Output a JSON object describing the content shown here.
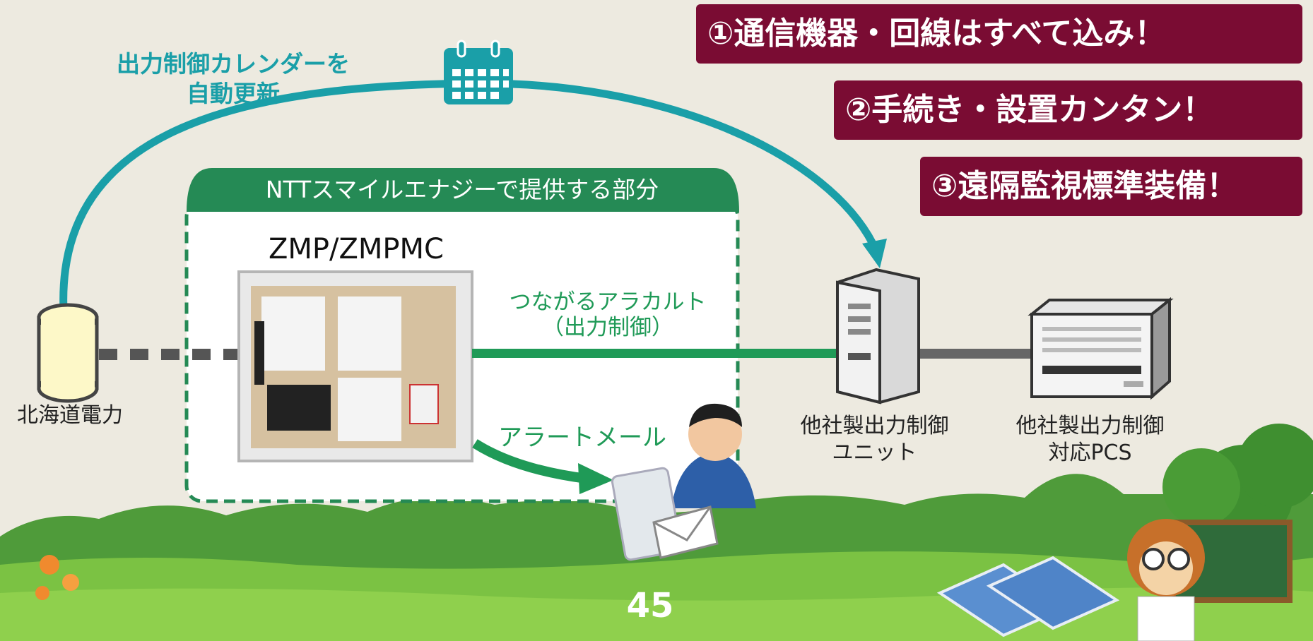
{
  "calendar_label": [
    "出力制御カレンダーを",
    "自動更新"
  ],
  "provided_box_title": "NTTスマイルエナジーで提供する部分",
  "device_label": "ZMP/ZMPMC",
  "utility_label": "北海道電力",
  "connection_label": [
    "つながるアラカルト",
    "（出力制御）"
  ],
  "alert_label": "アラートメール",
  "control_unit_label": [
    "他社製出力制御",
    "ユニット"
  ],
  "pcs_label": [
    "他社製出力制御",
    "対応PCS"
  ],
  "banners": [
    "①通信機器・回線はすべて込み！",
    "②手続き・設置カンタン！",
    "③遠隔監視標準装備！"
  ],
  "page_number": "45",
  "colors": {
    "banner": "#7a0c33",
    "teal_arrow": "#1a9fa8",
    "green_box": "#258a55",
    "grass": "#6db83a",
    "background": "#edeae0"
  }
}
